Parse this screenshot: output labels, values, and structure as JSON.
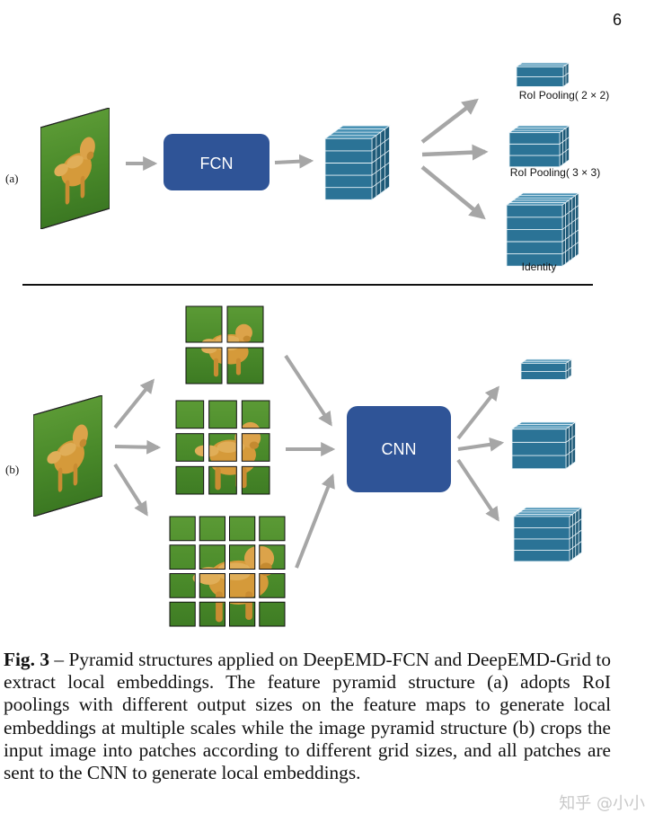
{
  "page": {
    "number": "6"
  },
  "figure": {
    "panel_a": {
      "tag": "(a)",
      "network_label": "FCN",
      "outputs": [
        "RoI Pooling( 2 × 2)",
        "RoI Pooling( 3 × 3)",
        "Identity"
      ]
    },
    "panel_b": {
      "tag": "(b)",
      "network_label": "CNN",
      "grids": [
        "2×2",
        "3×3",
        "4×4"
      ]
    }
  },
  "caption": {
    "label": "Fig. 3",
    "text": " – Pyramid structures applied on DeepEMD-FCN and DeepEMD-Grid to extract local embeddings. The feature pyramid structure (a) adopts RoI poolings with different output sizes on the feature maps to generate local embeddings at multiple scales while the image pyramid structure (b) crops the input image into patches according to different grid sizes, and all patches are sent to the CNN to generate local embeddings."
  },
  "watermark": "知乎 @小小",
  "colors": {
    "network_box": "#2f5497",
    "cube_front": "#2b7396",
    "cube_top": "#4a92b4",
    "cube_side": "#1e5a78",
    "arrow": "#a6a6a6",
    "grass": "#4e8f2c",
    "dog": "#d59a3a"
  }
}
